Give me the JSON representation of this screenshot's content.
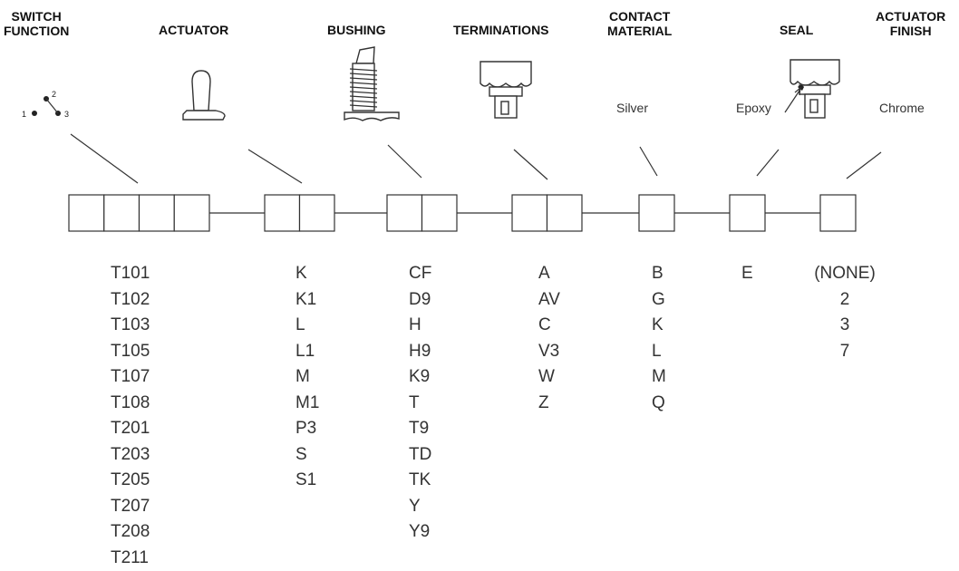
{
  "headers": {
    "switch_function": [
      "SWITCH",
      "FUNCTION"
    ],
    "actuator": "ACTUATOR",
    "bushing": "BUSHING",
    "terminations": "TERMINATIONS",
    "contact_material": [
      "CONTACT",
      "MATERIAL"
    ],
    "seal": "SEAL",
    "actuator_finish": [
      "ACTUATOR",
      "FINISH"
    ]
  },
  "switch_schematic": {
    "pin1": "1",
    "pin2": "2",
    "pin3": "3"
  },
  "notes": {
    "contact_material": "Silver",
    "seal_callout": "Epoxy",
    "actuator_finish": "Chrome"
  },
  "options": {
    "switch_function": [
      "T101",
      "T102",
      "T103",
      "T105",
      "T107",
      "T108",
      "T201",
      "T203",
      "T205",
      "T207",
      "T208",
      "T211"
    ],
    "actuator": [
      "K",
      "K1",
      "L",
      "L1",
      "M",
      "M1",
      "P3",
      "S",
      "S1"
    ],
    "bushing": [
      "CF",
      "D9",
      "H",
      "H9",
      "K9",
      "T",
      "T9",
      "TD",
      "TK",
      "Y",
      "Y9"
    ],
    "terminations": [
      "A",
      "AV",
      "C",
      "V3",
      "W",
      "Z"
    ],
    "contact_material": [
      "B",
      "G",
      "K",
      "L",
      "M",
      "Q"
    ],
    "seal": [
      "E"
    ],
    "actuator_finish": [
      "(NONE)",
      "2",
      "3",
      "7"
    ]
  }
}
